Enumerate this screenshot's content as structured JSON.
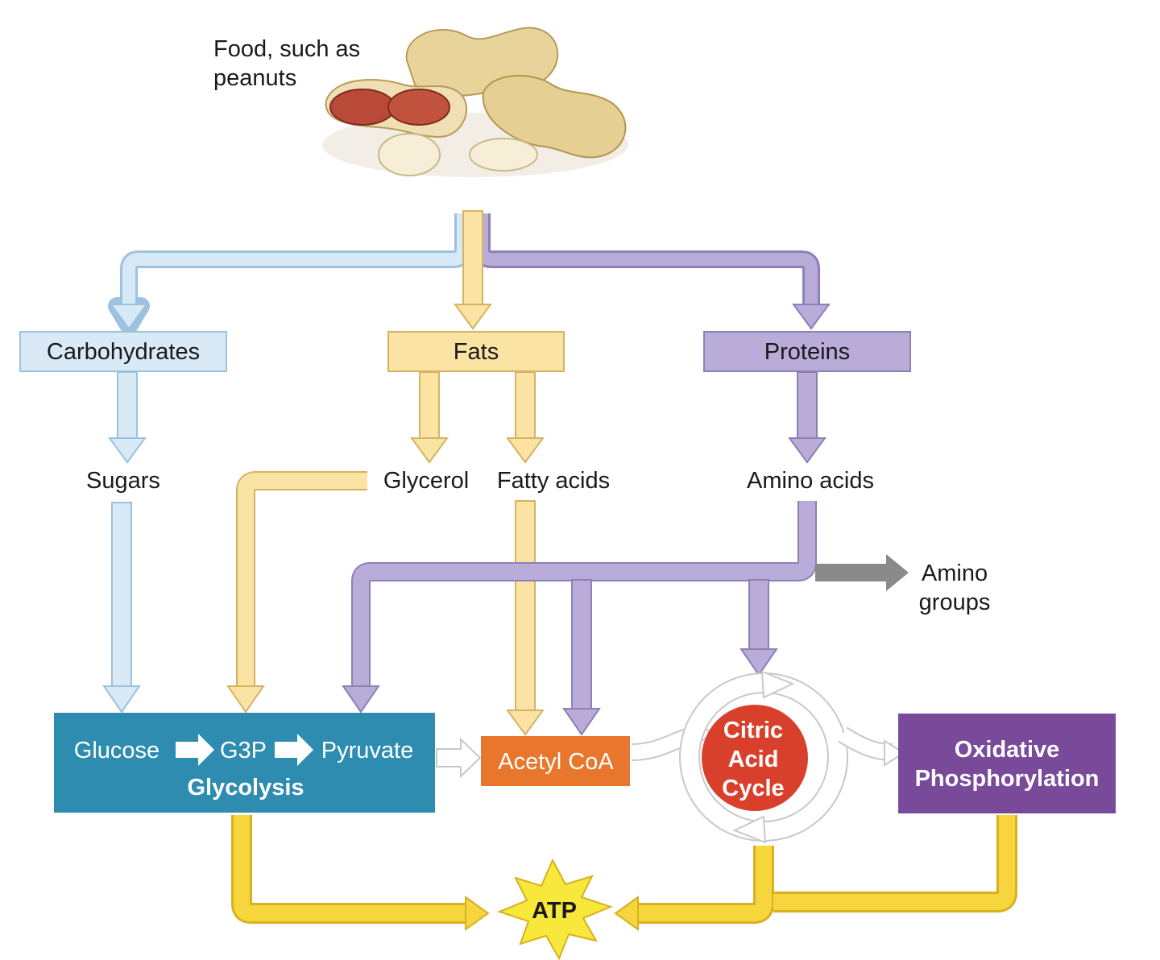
{
  "food": {
    "line1": "Food, such as",
    "line2": "peanuts"
  },
  "macronutrients": {
    "carbohydrates": "Carbohydrates",
    "fats": "Fats",
    "proteins": "Proteins"
  },
  "products": {
    "sugars": "Sugars",
    "glycerol": "Glycerol",
    "fatty_acids": "Fatty acids",
    "amino_acids": "Amino acids",
    "amino_groups_line1": "Amino",
    "amino_groups_line2": "groups"
  },
  "glycolysis": {
    "glucose": "Glucose",
    "g3p": "G3P",
    "pyruvate": "Pyruvate",
    "title": "Glycolysis"
  },
  "acetyl_coa": "Acetyl CoA",
  "citric_acid_cycle": {
    "line1": "Citric",
    "line2": "Acid",
    "line3": "Cycle"
  },
  "oxidative_phosphorylation": {
    "line1": "Oxidative",
    "line2": "Phosphorylation"
  },
  "atp": "ATP",
  "colors": {
    "carbohydrate": "#cfe3f3",
    "fat": "#fbe3a4",
    "protein": "#b3a4d4",
    "glycolysis": "#2e8cb0",
    "acetyl_coa": "#e8762c",
    "citric_acid": "#d9402c",
    "oxidative": "#7a4a9a",
    "atp": "#f7e83b",
    "atp_path": "#f6d63c",
    "amino_group": "#8a8a8a"
  }
}
